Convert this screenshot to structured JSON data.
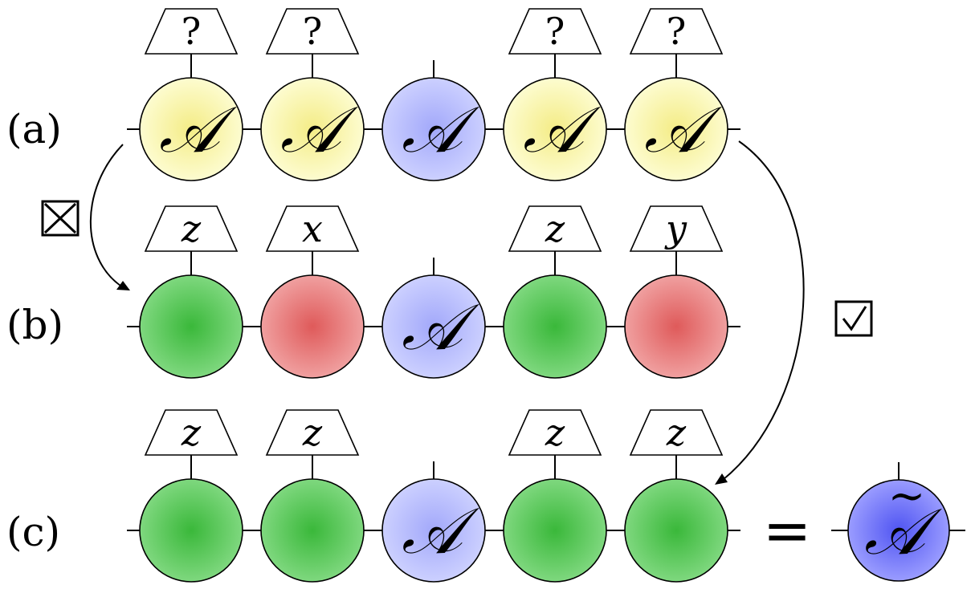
{
  "colors": {
    "yellow": [
      "#fdfcd0",
      "#f4ec86"
    ],
    "blue": [
      "#ccd0ff",
      "#a2a8fa"
    ],
    "green": [
      "#7fd87f",
      "#3ab83a"
    ],
    "red": [
      "#f0a0a0",
      "#df5a5a"
    ],
    "dark_blue": [
      "#9a9cff",
      "#5055f2"
    ]
  },
  "node_symbol": "𝒜",
  "rows": [
    {
      "label": "(a)",
      "nodes": [
        {
          "color": "yellow",
          "text": "𝒜",
          "output": "?"
        },
        {
          "color": "yellow",
          "text": "𝒜",
          "output": "?"
        },
        {
          "color": "blue",
          "text": "𝒜",
          "output": ""
        },
        {
          "color": "yellow",
          "text": "𝒜",
          "output": "?"
        },
        {
          "color": "yellow",
          "text": "𝒜",
          "output": "?"
        }
      ]
    },
    {
      "label": "(b)",
      "nodes": [
        {
          "color": "green",
          "text": "",
          "output": "z"
        },
        {
          "color": "red",
          "text": "",
          "output": "x"
        },
        {
          "color": "blue",
          "text": "𝒜",
          "output": ""
        },
        {
          "color": "green",
          "text": "",
          "output": "z"
        },
        {
          "color": "red",
          "text": "",
          "output": "y"
        }
      ]
    },
    {
      "label": "(c)",
      "nodes": [
        {
          "color": "green",
          "text": "",
          "output": "z"
        },
        {
          "color": "green",
          "text": "",
          "output": "z"
        },
        {
          "color": "blue",
          "text": "𝒜",
          "output": ""
        },
        {
          "color": "green",
          "text": "",
          "output": "z"
        },
        {
          "color": "green",
          "text": "",
          "output": "z"
        }
      ]
    }
  ],
  "equals_sign": "=",
  "result": {
    "color": "dark_blue",
    "text": "𝒜",
    "accent": "~"
  },
  "arrows": {
    "left": {
      "from": "(a)",
      "to": "(b)",
      "mark": "crossed-box"
    },
    "right": {
      "from": "(a)",
      "to": "(c)",
      "mark": "checked-box"
    }
  }
}
